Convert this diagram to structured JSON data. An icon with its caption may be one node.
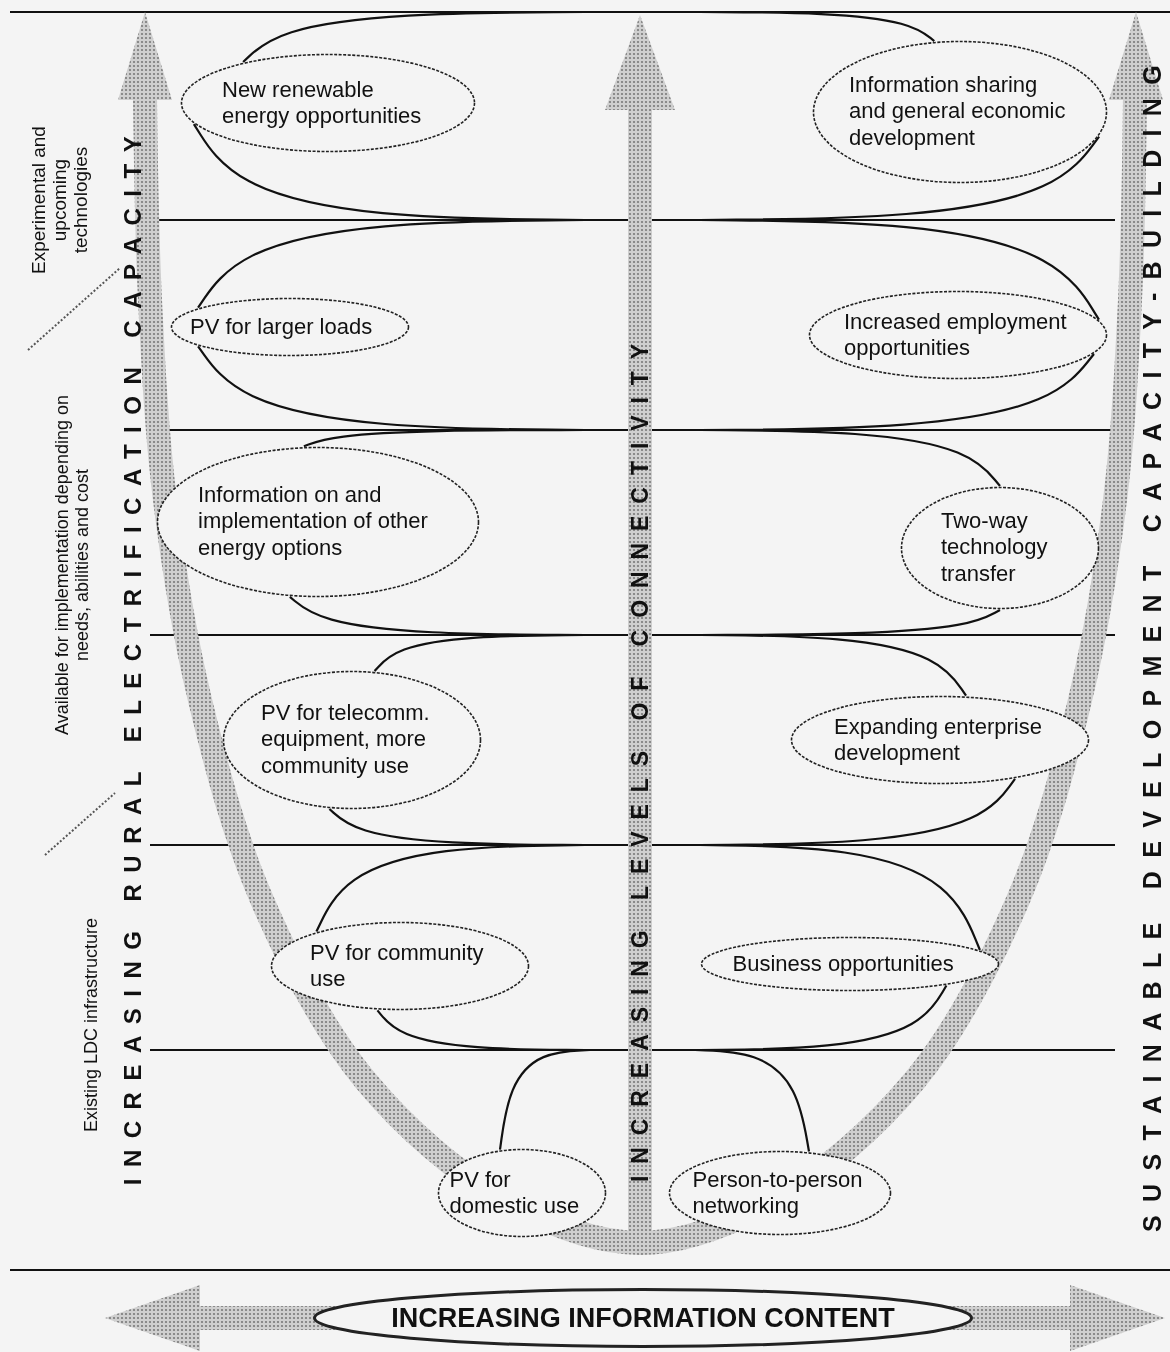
{
  "diagram": {
    "nodes": [
      {
        "text": [
          "New renewable energy opportunities"
        ]
      },
      {
        "text": [
          "Information sharing and general economic development"
        ]
      },
      {
        "text": [
          "PV for larger loads"
        ]
      },
      {
        "text": [
          "Increased employment opportunities"
        ]
      },
      {
        "text": [
          "Information on and implementation of other energy options"
        ]
      },
      {
        "text": [
          "Two-way technology transfer"
        ]
      },
      {
        "text": [
          "PV for telecomm. equipment, more community use"
        ]
      },
      {
        "text": [
          "Expanding enterprise development"
        ]
      },
      {
        "text": [
          "PV for community use"
        ]
      },
      {
        "text": [
          "Business opportunities"
        ]
      },
      {
        "text": [
          "PV for domestic use"
        ]
      },
      {
        "text": [
          "Person-to-person networking"
        ]
      },
      {
        "text": [
          "INCREASING INFORMATION CONTENT"
        ]
      }
    ],
    "edges": [
      {
        "from": null,
        "to": 0,
        "arrow": "none"
      },
      {
        "from": null,
        "to": 0,
        "arrow": "none"
      },
      {
        "from": null,
        "to": 1,
        "arrow": "none"
      },
      {
        "from": null,
        "to": 1,
        "arrow": "none"
      },
      {
        "from": null,
        "to": 2,
        "arrow": "none"
      },
      {
        "from": null,
        "to": 2,
        "arrow": "none"
      },
      {
        "from": null,
        "to": 3,
        "arrow": "none"
      },
      {
        "from": null,
        "to": 3,
        "arrow": "none"
      },
      {
        "from": null,
        "to": 4,
        "arrow": "none"
      },
      {
        "from": null,
        "to": 4,
        "arrow": "none"
      },
      {
        "from": null,
        "to": 5,
        "arrow": "none"
      },
      {
        "from": null,
        "to": 5,
        "arrow": "none"
      },
      {
        "from": null,
        "to": 6,
        "arrow": "none"
      },
      {
        "from": null,
        "to": 6,
        "arrow": "none"
      },
      {
        "from": null,
        "to": 7,
        "arrow": "none"
      },
      {
        "from": null,
        "to": 7,
        "arrow": "none"
      },
      {
        "from": null,
        "to": 8,
        "arrow": "none"
      },
      {
        "from": null,
        "to": 8,
        "arrow": "none"
      },
      {
        "from": null,
        "to": 9,
        "arrow": "none"
      },
      {
        "from": null,
        "to": 9,
        "arrow": "none"
      },
      {
        "from": null,
        "to": 10,
        "arrow": "none"
      },
      {
        "from": null,
        "to": 11,
        "arrow": "none"
      }
    ],
    "labels": [
      "Experimental and upcoming technologies",
      "INCREASING RURAL ELECTRIFICATION CAPACITY",
      "INCREASING LEVELS OF CONNECTIVITY",
      "SUSTAINABLE DEVELOPMENT CAPACITY-BUILDING",
      "Available for implementation depending on needs, abilities and cost",
      "Existing LDC infrastructure"
    ]
  }
}
